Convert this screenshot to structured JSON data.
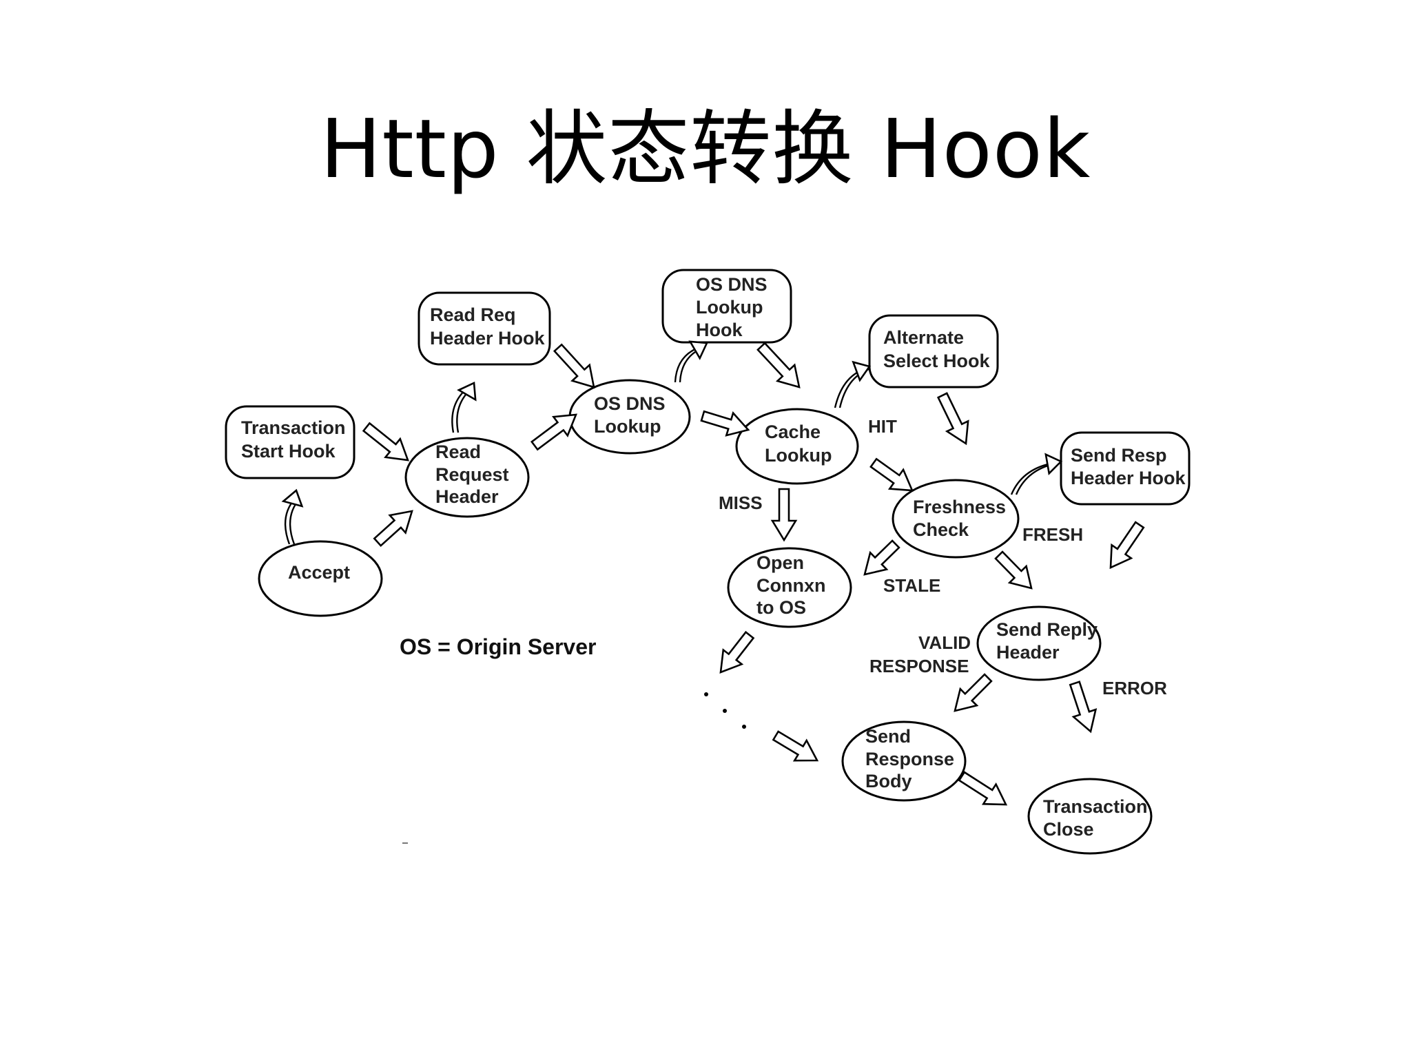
{
  "title": "Http 状态转换 Hook",
  "legend": "OS = Origin Server",
  "nodes": [
    {
      "id": "tx-start",
      "shape": "rect",
      "lines": [
        "Transaction",
        "Start Hook"
      ]
    },
    {
      "id": "read-req-hook",
      "shape": "rect",
      "lines": [
        "Read Req",
        "Header Hook"
      ]
    },
    {
      "id": "os-dns-hook",
      "shape": "rect",
      "lines": [
        "OS DNS",
        "Lookup",
        "Hook"
      ]
    },
    {
      "id": "alt-select",
      "shape": "rect",
      "lines": [
        "Alternate",
        "Select Hook"
      ]
    },
    {
      "id": "send-resp-hook",
      "shape": "rect",
      "lines": [
        "Send Resp",
        "Header Hook"
      ]
    },
    {
      "id": "accept",
      "shape": "ellipse",
      "lines": [
        "Accept"
      ]
    },
    {
      "id": "read-req",
      "shape": "ellipse",
      "lines": [
        "Read",
        "Request",
        "Header"
      ]
    },
    {
      "id": "os-dns",
      "shape": "ellipse",
      "lines": [
        "OS DNS",
        "Lookup"
      ]
    },
    {
      "id": "cache",
      "shape": "ellipse",
      "lines": [
        "Cache",
        "Lookup"
      ]
    },
    {
      "id": "fresh",
      "shape": "ellipse",
      "lines": [
        "Freshness",
        "Check"
      ]
    },
    {
      "id": "open-conn",
      "shape": "ellipse",
      "lines": [
        "Open",
        "Connxn",
        "to OS"
      ]
    },
    {
      "id": "send-reply",
      "shape": "ellipse",
      "lines": [
        "Send Reply",
        "Header"
      ]
    },
    {
      "id": "send-body",
      "shape": "ellipse",
      "lines": [
        "Send",
        "Response",
        "Body"
      ]
    },
    {
      "id": "tx-close",
      "shape": "ellipse",
      "lines": [
        "Transaction",
        "Close"
      ]
    }
  ],
  "edge_labels": {
    "hit": "HIT",
    "miss": "MISS",
    "fresh": "FRESH",
    "stale": "STALE",
    "valid_1": "VALID",
    "valid_2": "RESPONSE",
    "error": "ERROR"
  }
}
